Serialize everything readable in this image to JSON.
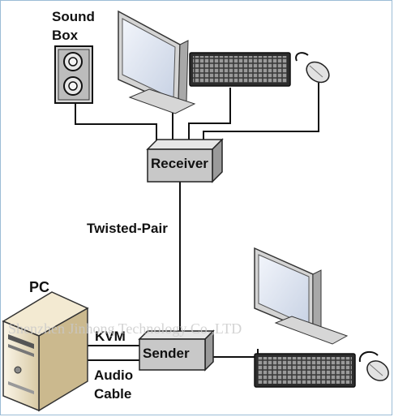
{
  "labels": {
    "sound_box_line1": "Sound",
    "sound_box_line2": "Box",
    "receiver": "Receiver",
    "twisted_pair": "Twisted-Pair",
    "pc": "PC",
    "kvm": "KVM",
    "sender": "Sender",
    "audio_line1": "Audio",
    "audio_line2": "Cable"
  },
  "watermark": "Shenzhen Jinhong Technology Co.,LTD",
  "colors": {
    "cable": "#111111",
    "box_face": "#c8c8c8",
    "box_top": "#e6e6e6",
    "box_side": "#9a9a9a",
    "monitor_screen": "#dfe6f2",
    "pc_case": "#e8dcc0"
  },
  "icons": [
    "sound-box-icon",
    "monitor-icon",
    "keyboard-icon",
    "mouse-icon",
    "pc-tower-icon"
  ]
}
